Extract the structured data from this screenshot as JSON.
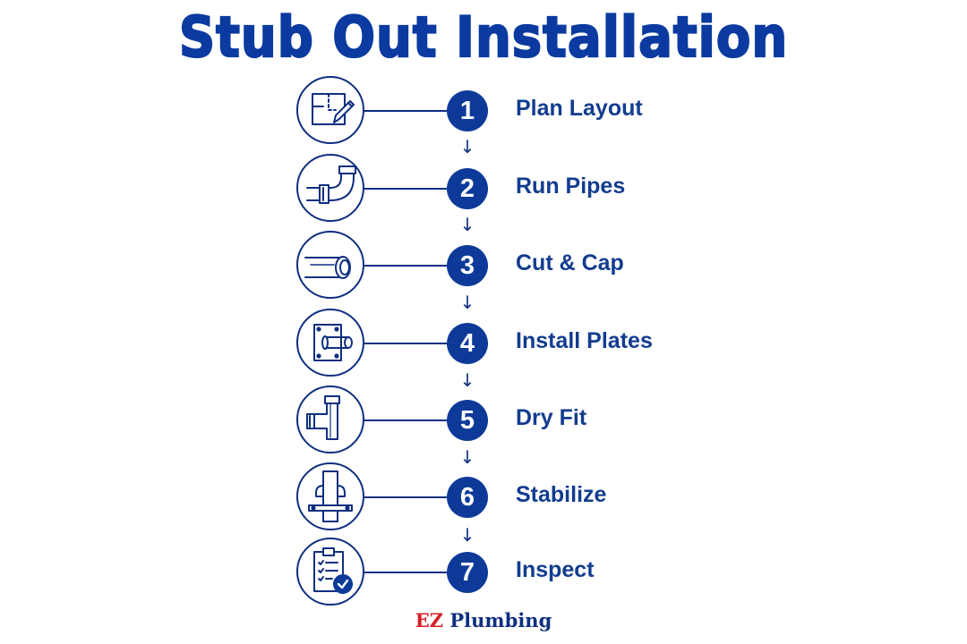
{
  "title": "Stub Out Installation",
  "colors": {
    "primary": "#0d3a99",
    "outline": "#0e2f80",
    "brand_red": "#d4202a"
  },
  "steps": [
    {
      "number": "1",
      "label": "Plan Layout",
      "icon": "floor-plan-pencil-icon"
    },
    {
      "number": "2",
      "label": "Run Pipes",
      "icon": "pipe-elbow-icon"
    },
    {
      "number": "3",
      "label": "Cut & Cap",
      "icon": "pipe-cap-icon"
    },
    {
      "number": "4",
      "label": "Install Plates",
      "icon": "stub-out-plate-icon"
    },
    {
      "number": "5",
      "label": "Dry Fit",
      "icon": "tee-fitting-icon"
    },
    {
      "number": "6",
      "label": "Stabilize",
      "icon": "pipe-bracket-icon"
    },
    {
      "number": "7",
      "label": "Inspect",
      "icon": "clipboard-check-icon"
    }
  ],
  "arrow_glyph": "↓",
  "brand": {
    "part1": "EZ",
    "part2": "Plumbing"
  }
}
